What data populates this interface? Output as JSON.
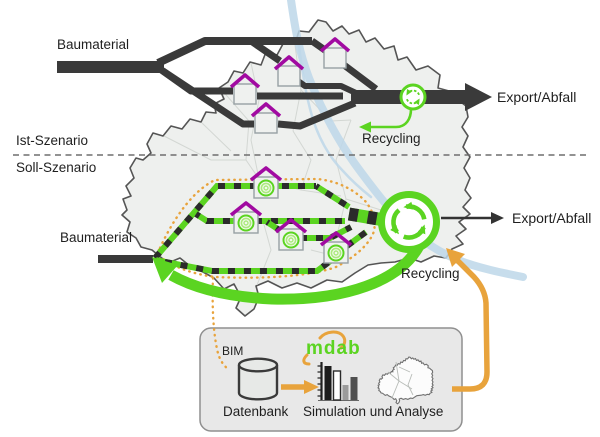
{
  "colors": {
    "green": "#5bd421",
    "green_soft": "#ace97f",
    "orange": "#e8a33c",
    "purple": "#a10aa1",
    "dark": "#3a3a3a",
    "map_fill": "#eef0ee",
    "map_border": "#555555",
    "river": "#bdd7e9",
    "box_fill": "#e8e8e8",
    "box_border": "#8f8f8f",
    "text": "#1f1f1f"
  },
  "divider": {
    "ist_label": "Ist-Szenario",
    "soll_label": "Soll-Szenario"
  },
  "ist_scenario": {
    "input_label": "Baumaterial",
    "output_label": "Export/Abfall",
    "recycling_label": "Recycling"
  },
  "soll_scenario": {
    "input_label": "Baumaterial",
    "output_label": "Export/Abfall",
    "recycling_label": "Recycling"
  },
  "process_box": {
    "bim_label": "BIM",
    "logo_text": "mdab",
    "database_label": "Datenbank",
    "analysis_label": "Simulation und Analyse"
  },
  "icons": {
    "house": "house-icon",
    "recycling_house": "house-recycling-icon",
    "recycling_node": "recycling-circle-icon",
    "database": "database-cylinder-icon",
    "bar_chart": "bar-chart-icon",
    "city_map": "vienna-map-icon",
    "mdab_arrow": "mdab-loop-arrow-icon"
  }
}
